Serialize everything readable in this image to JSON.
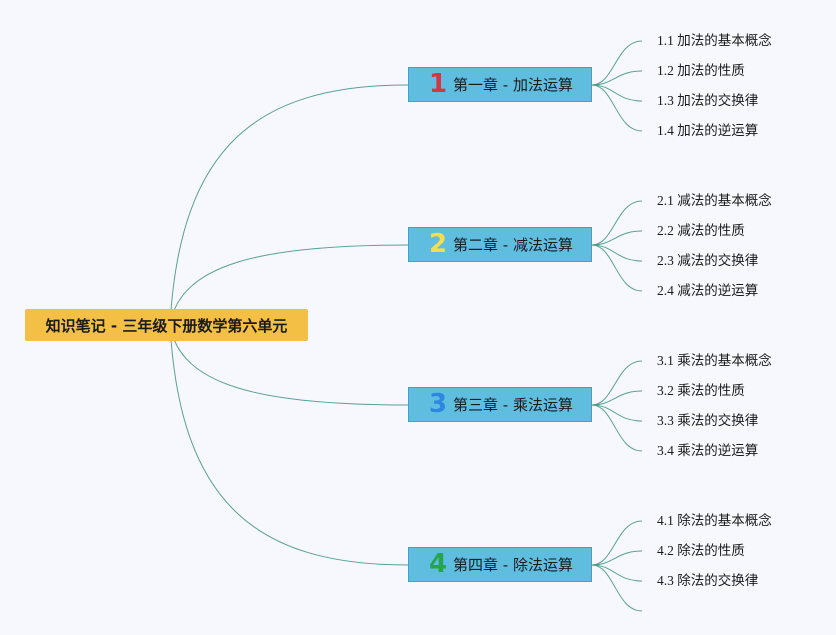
{
  "root": {
    "label": "知识笔记 - 三年级下册数学第六单元"
  },
  "colors": {
    "root_bg": "#f3bf45",
    "chapter_bg": "#5fbde0",
    "line": "#3f8f84",
    "background": "#f6f8fd"
  },
  "chapters": [
    {
      "number": "1",
      "number_color": "#d8353f",
      "label": "第一章 - 加法运算",
      "topics": [
        "1.1 加法的基本概念",
        "1.2 加法的性质",
        "1.3 加法的交换律",
        "1.4 加法的逆运算"
      ]
    },
    {
      "number": "2",
      "number_color": "#f2de4e",
      "label": "第二章 - 减法运算",
      "topics": [
        "2.1 减法的基本概念",
        "2.2 减法的性质",
        "2.3 减法的交换律",
        "2.4 减法的逆运算"
      ]
    },
    {
      "number": "3",
      "number_color": "#2f86e0",
      "label": "第三章 - 乘法运算",
      "topics": [
        "3.1 乘法的基本概念",
        "3.2 乘法的性质",
        "3.3 乘法的交换律",
        "3.4 乘法的逆运算"
      ]
    },
    {
      "number": "4",
      "number_color": "#27a54a",
      "label": "第四章 - 除法运算",
      "topics": [
        "4.1 除法的基本概念",
        "4.2 除法的性质",
        "4.3 除法的交换律",
        ""
      ]
    }
  ]
}
